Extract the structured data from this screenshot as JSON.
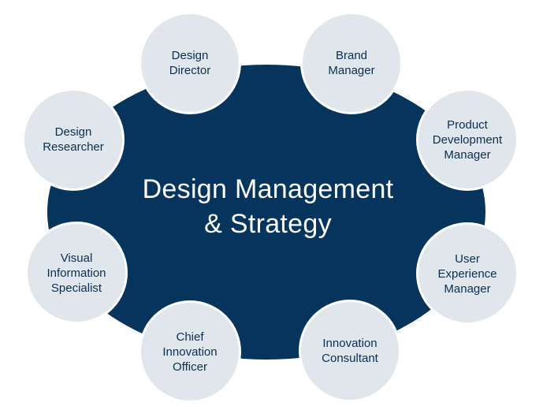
{
  "center": {
    "line1": "Design Management",
    "line2": "& Strategy",
    "fill_color": "#05345c",
    "text_color": "#ffffff"
  },
  "roles": [
    {
      "label": "Design\nDirector"
    },
    {
      "label": "Brand\nManager"
    },
    {
      "label": "Product\nDevelopment\nManager"
    },
    {
      "label": "User\nExperience\nManager"
    },
    {
      "label": "Innovation\nConsultant"
    },
    {
      "label": "Chief\nInnovation\nOfficer"
    },
    {
      "label": "Visual\nInformation\nSpecialist"
    },
    {
      "label": "Design\nResearcher"
    }
  ],
  "role_style": {
    "fill_color": "#dfe6ec",
    "text_color": "#0b2e52"
  }
}
